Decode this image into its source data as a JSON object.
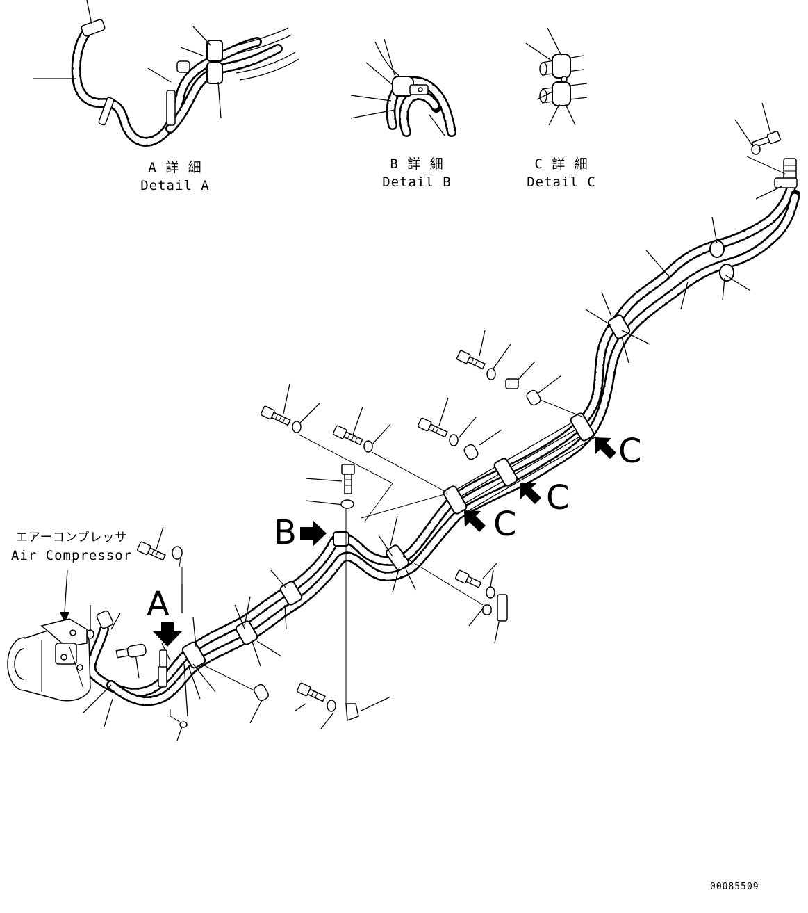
{
  "labels": {
    "detail_a_jp": "A 詳 細",
    "detail_a_en": "Detail A",
    "detail_b_jp": "B 詳 細",
    "detail_b_en": "Detail B",
    "detail_c_jp": "C 詳 細",
    "detail_c_en": "Detail C",
    "compressor_jp": "エアーコンプレッサ",
    "compressor_en": "Air Compressor",
    "callout_a": "A",
    "callout_b": "B",
    "callout_c1": "C",
    "callout_c2": "C",
    "callout_c3": "C",
    "doc_number": "00085509"
  },
  "icons": {
    "view_arrow": "filled-view-direction-arrow",
    "bolt": "hex-bolt-icon",
    "washer": "washer-icon",
    "clamp": "hose-clamp-icon",
    "spacer": "spacer-collar-icon",
    "bracket": "bracket-icon",
    "compressor": "air-compressor-icon"
  }
}
